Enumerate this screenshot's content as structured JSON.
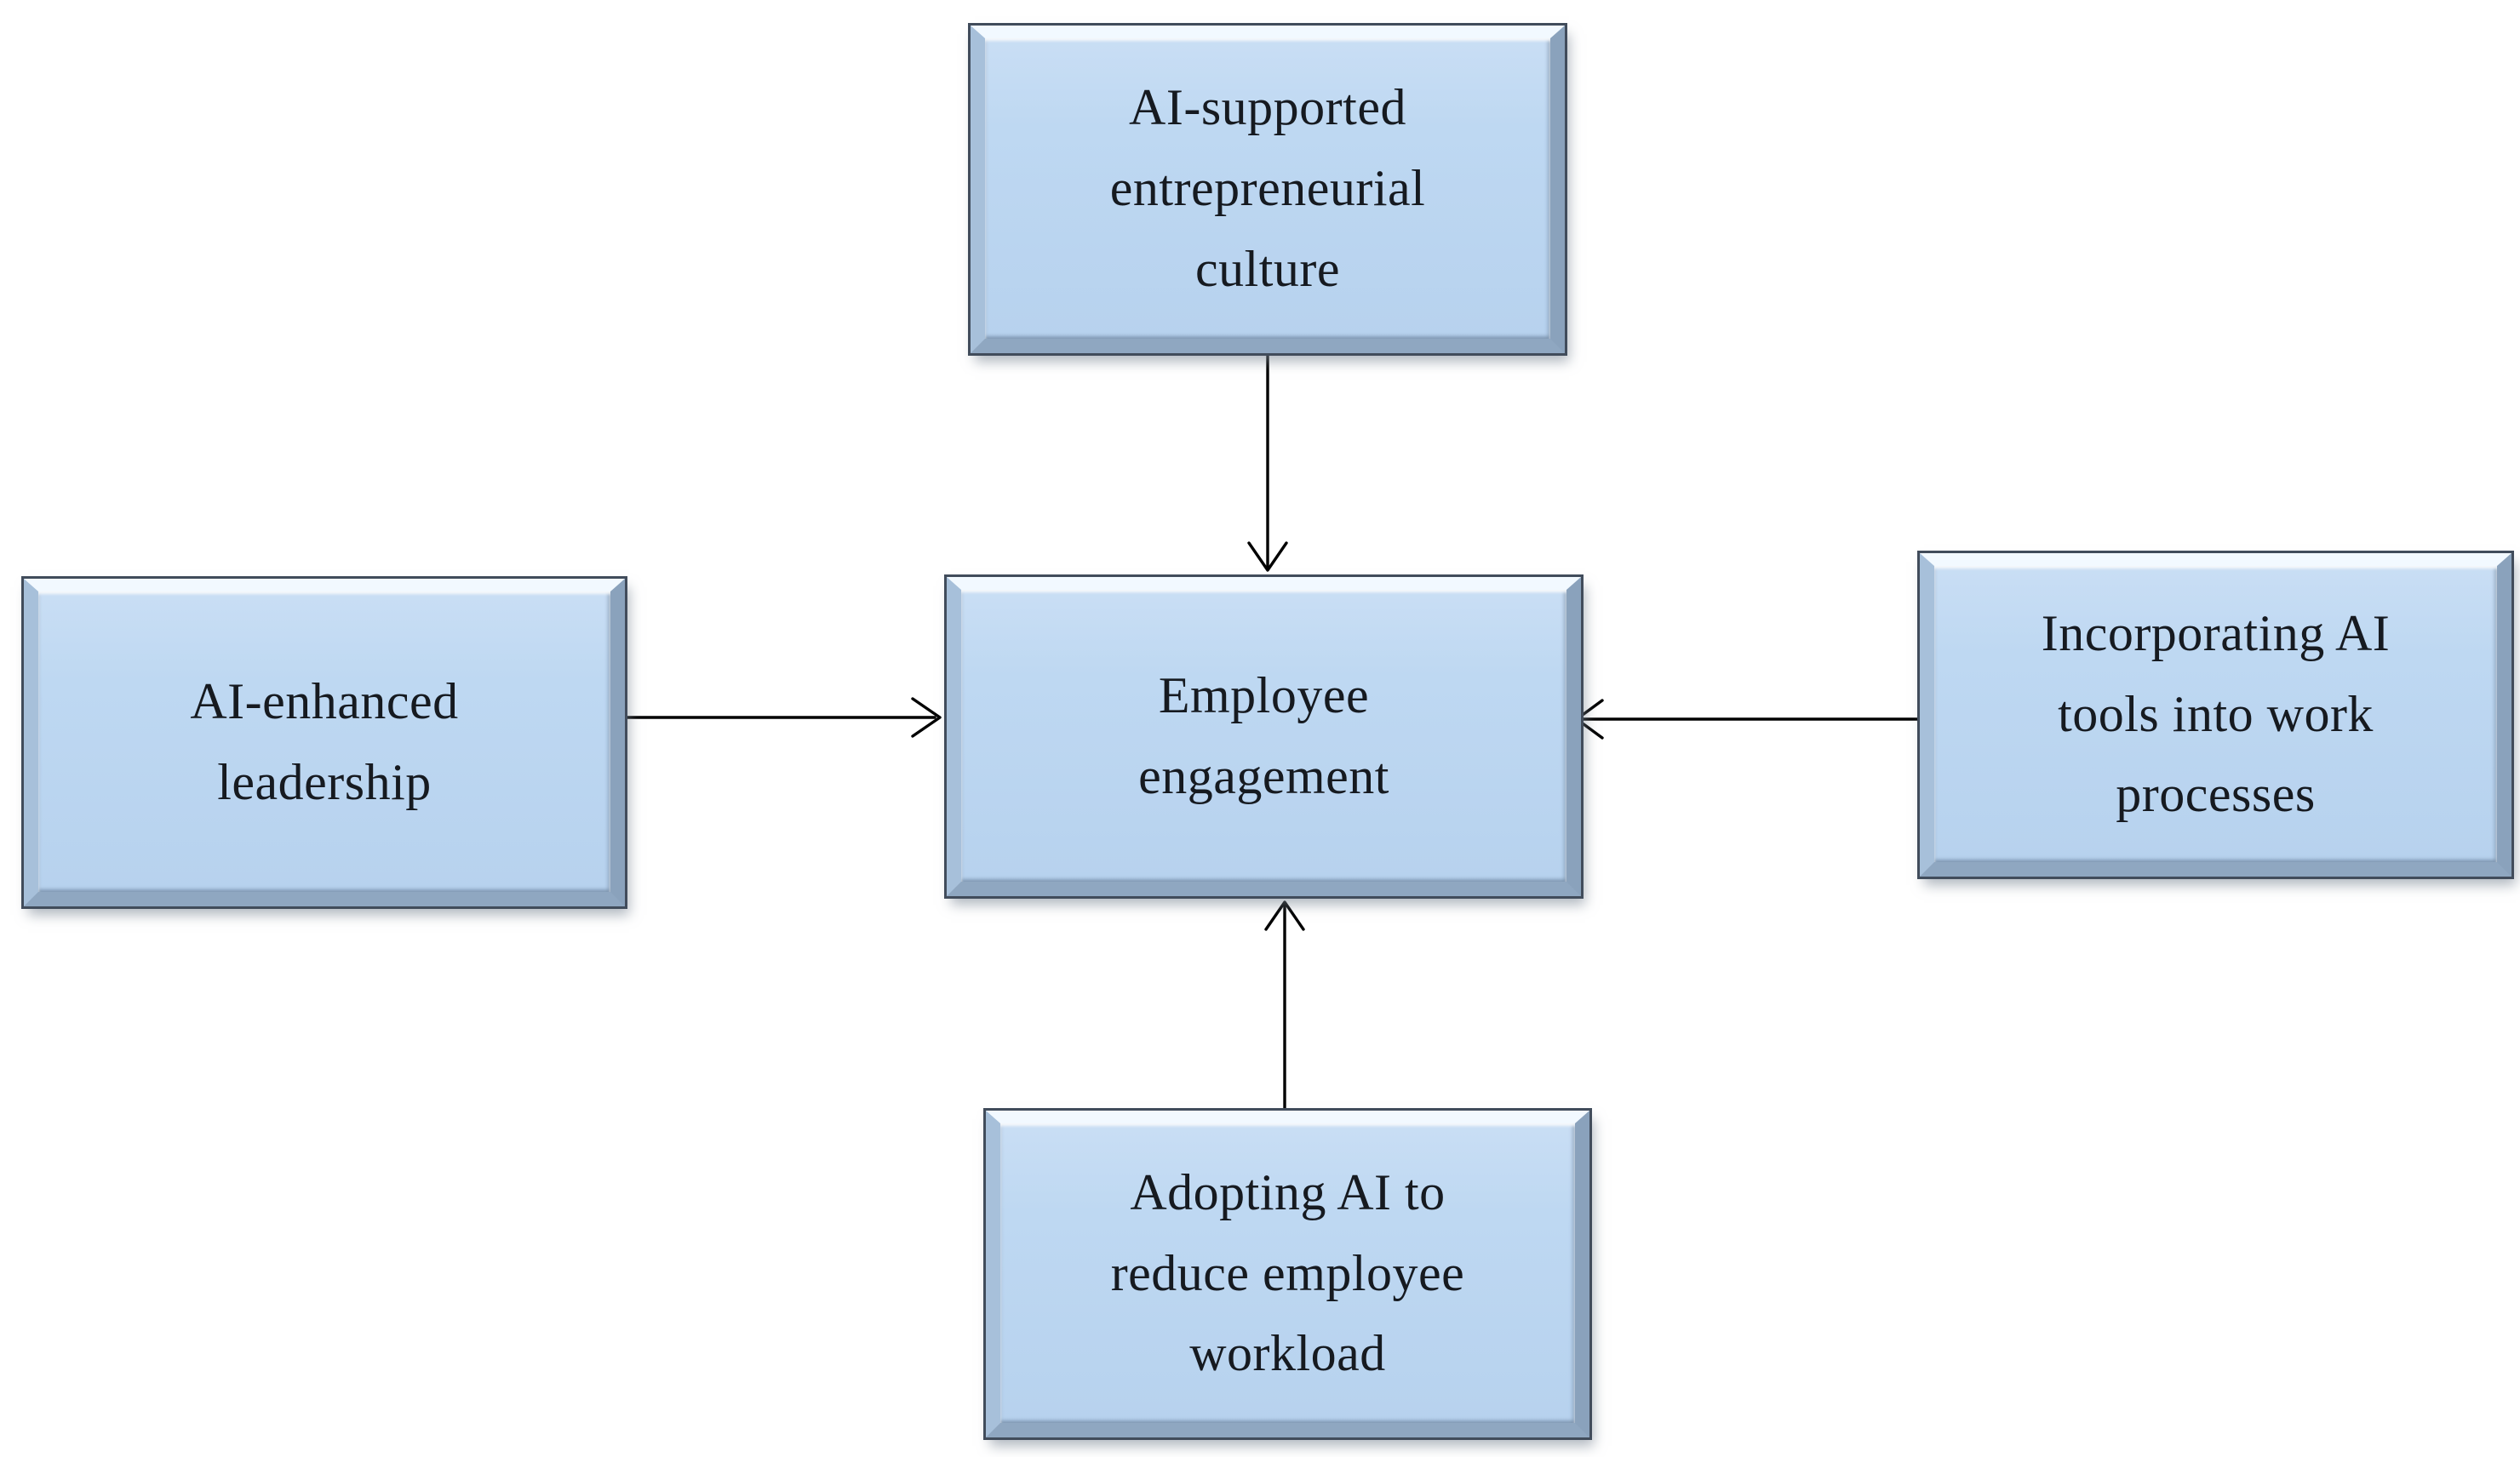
{
  "figure": {
    "type": "concept-diagram",
    "background_color": "#ffffff",
    "node_fill_color": "#bed8f2",
    "node_bevel_highlight_color": "#f2f9ff",
    "node_bevel_shade_color": "#8fa7c1",
    "node_outline_color": "#414c5b",
    "arrow_color": "#000000",
    "text_color": "#161a20"
  },
  "diagram": {
    "center_node": {
      "id": "employee-engagement",
      "label": "Employee engagement"
    },
    "nodes": [
      {
        "id": "ai-supported-entrepreneurial-culture",
        "label": "AI-supported entrepreneurial culture",
        "position": "top"
      },
      {
        "id": "ai-enhanced-leadership",
        "label": "AI-enhanced leadership",
        "position": "left"
      },
      {
        "id": "incorporating-ai-tools-into-work-processes",
        "label": "Incorporating AI tools into work processes",
        "position": "right"
      },
      {
        "id": "adopting-ai-to-reduce-employee-workload",
        "label": "Adopting AI to reduce employee workload",
        "position": "bottom"
      }
    ],
    "edges": [
      {
        "from": "ai-supported-entrepreneurial-culture",
        "to": "employee-engagement",
        "direction": "down"
      },
      {
        "from": "ai-enhanced-leadership",
        "to": "employee-engagement",
        "direction": "right"
      },
      {
        "from": "incorporating-ai-tools-into-work-processes",
        "to": "employee-engagement",
        "direction": "left"
      },
      {
        "from": "adopting-ai-to-reduce-employee-workload",
        "to": "employee-engagement",
        "direction": "up"
      }
    ]
  }
}
